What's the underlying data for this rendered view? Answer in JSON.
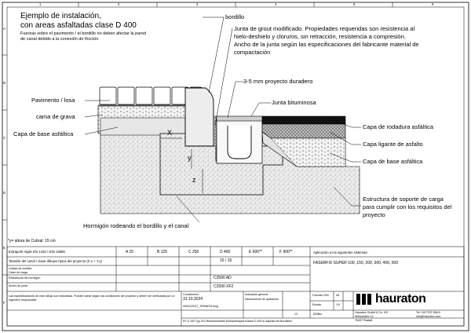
{
  "header": {
    "title_line1": "Ejemplo de instalación,",
    "title_line2": "con areas asfaltadas clase D 400",
    "subtitle_line1": "Fuerzas sobre el pavimento / el bordillo no deben afectar la pared",
    "subtitle_line2": "de canal debido a la conexión de fricción"
  },
  "labels": {
    "bordillo": "bordillo",
    "grout_1": "Junta de grout modificado. Propiedades requeridas son resistencia al",
    "grout_2": "hielo-deshielo y cloruros, sin retracción, resistencia a compresión.",
    "grout_3": "Ancho de la junta según las especificaciones del fabricante material de",
    "grout_4": "compactación",
    "proyecto_duradero": "3-5 mm proyecto duradero",
    "junta_bituminosa": "Junta bituminosa",
    "pavimento": "Pavimento / losa",
    "cama_grava": "cama de grava",
    "capa_base_left": "Capa de base asfáltica",
    "capa_rodadura": "Capa de rodadura asfáltica",
    "capa_ligante": "Capa ligante de asfalto",
    "capa_base_right": "Capa de base asfáltica",
    "estructura_1": "Estructura de soporte de carga",
    "estructura_2": "para cumplir con los requisitos del",
    "estructura_3": "proyecto",
    "hormigon": "Hormigón rodeando el bordillo y el canal",
    "dim_x": "X",
    "dim_y": "y",
    "dim_z": "z",
    "footnote": "*y= altura de Cubral: 15 cm"
  },
  "grid_markers": {
    "top": [
      "1",
      "2",
      "3",
      "4",
      "5",
      "6"
    ],
    "side": [
      "A",
      "B",
      "C",
      "D",
      "E",
      "F"
    ]
  },
  "table": {
    "row1_label": "Extrapolé régile EN 1433 / DIN 19580",
    "load_classes": [
      "A 15",
      "B 125",
      "C 250",
      "D 400",
      "E 600**",
      "F 900**"
    ],
    "row2_label": "Tamaño del canal / clase dibujos típica del proyecto (X.x + Y.y)",
    "dim_values": [
      "15 / 15"
    ],
    "codes": [
      "C2590 AD",
      "C2590 XF2"
    ],
    "condiciones_label": "Condiciones",
    "date": "31.10.2024",
    "drawing_no": "0000120117_SPANISH.dwg",
    "description_line1": "Indicación general",
    "description_line2": "instrucciones de aplicación",
    "sheet_no": "13",
    "editor": "EB/Bm",
    "aplicacion_label": "Aplicación a los siguientes sistemas:",
    "system_name": "FASERFIX SUPER 100, 150, 200, 300, 400, 500",
    "formato_label": "Formato DIN",
    "formato_value": "A4",
    "escala_label": "Escala",
    "escala_value": "1:5",
    "footer_text": "FF-S 100 Typ 010 Rinnenunterteil Einbaubeispiel Klasse D 400 in Asphalt mit Bordstein",
    "legal_text": "Las especificaciones de este dibujo son indicativas. Pueden variar según las condiciones del proyecto y deben ser verificadas por un ingeniero responsable.",
    "small_rows": [
      "Unidad de medida",
      "Clase de carga",
      "Resistencia del hormigón",
      "Ancho de junta"
    ]
  },
  "company": {
    "name": "hauraton",
    "addr1": "Hauraton GmbH & Co. KG",
    "addr2": "Werkstraße 13",
    "addr3": "76437 Rastatt",
    "contact1": "Tel +49 7222 958-0",
    "contact2": "info@hauraton.com"
  },
  "colors": {
    "concrete": "#dcdcdc",
    "asphalt": "#111111",
    "line": "#000000"
  }
}
